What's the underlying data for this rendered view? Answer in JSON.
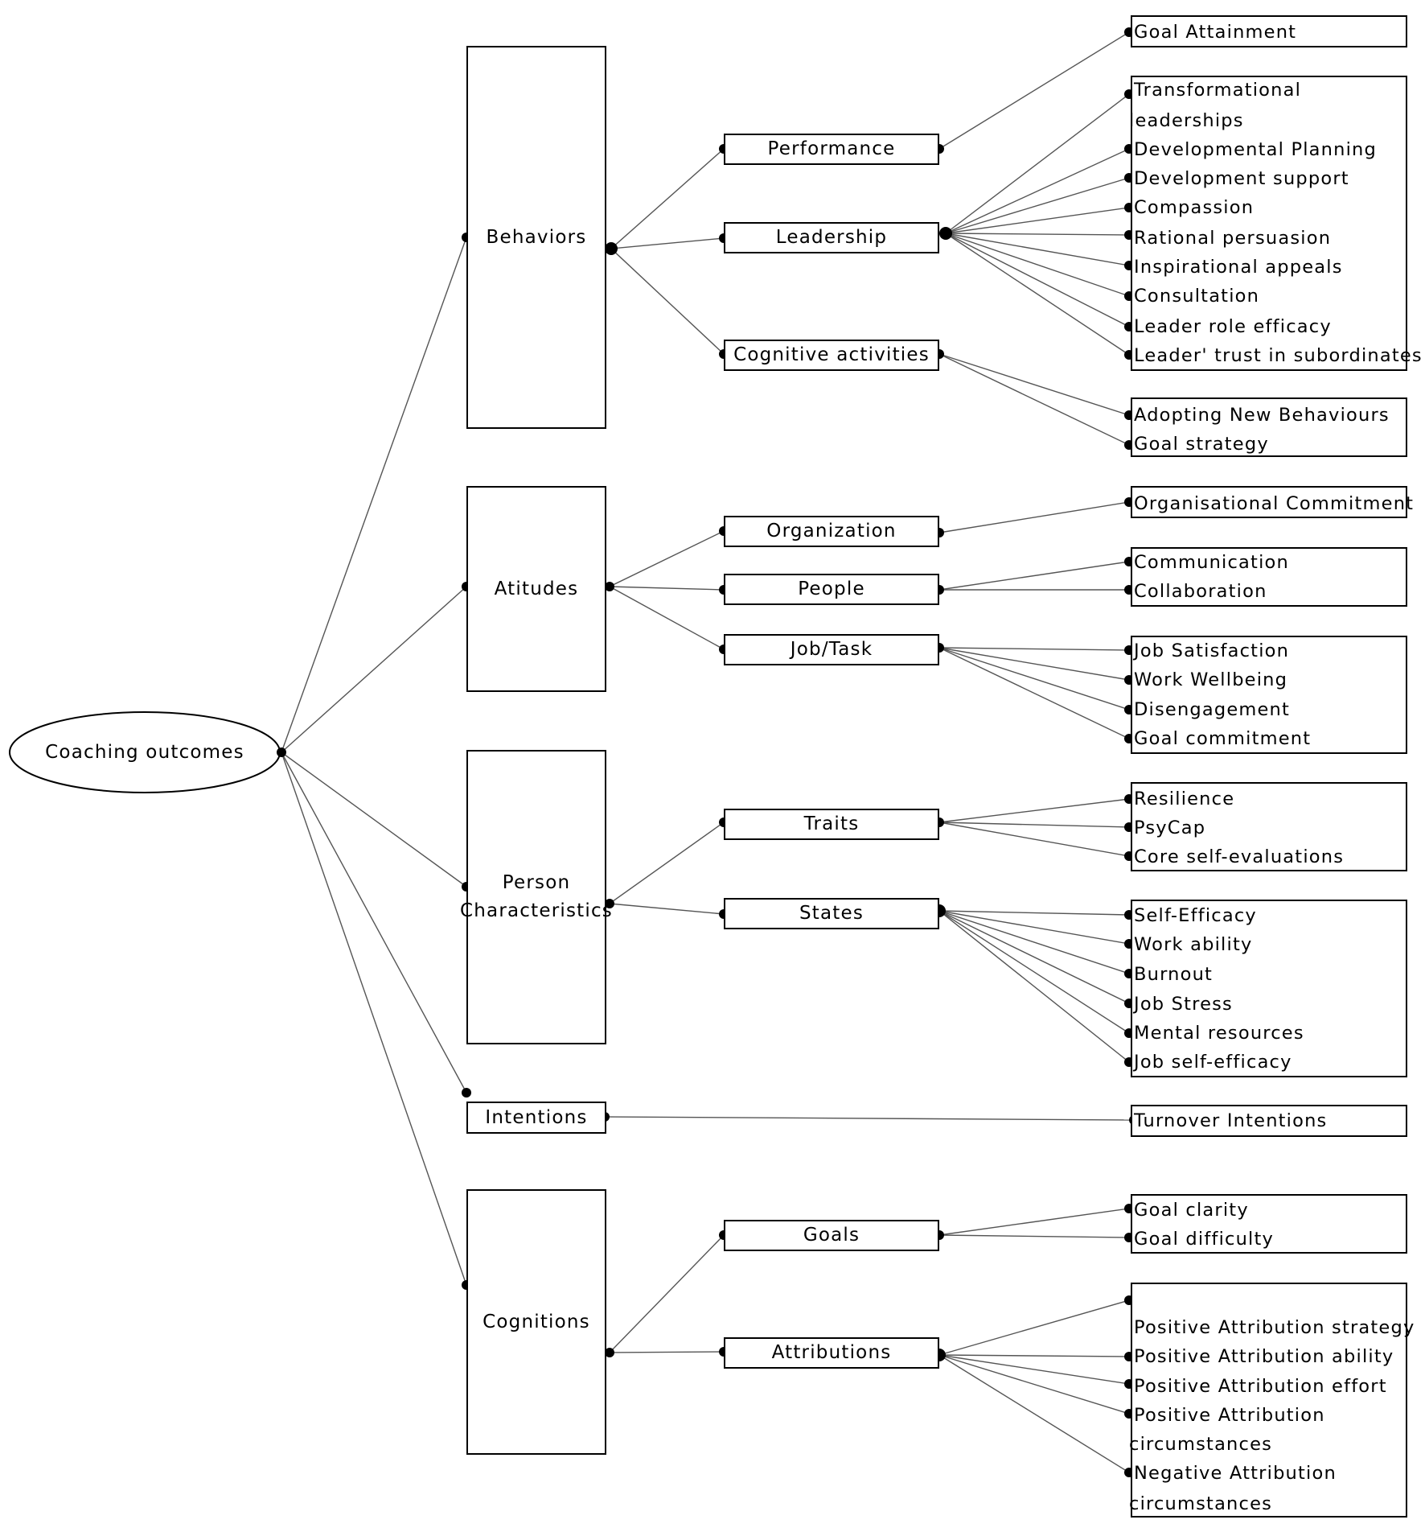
{
  "root": "Coaching outcomes",
  "groups": [
    {
      "label": "Behaviors"
    },
    {
      "label": "Atitudes"
    },
    {
      "label": "Person Characteristics",
      "lines": [
        "Person",
        "Characteristics"
      ]
    },
    {
      "label": "Intentions"
    },
    {
      "label": "Cognitions"
    }
  ],
  "subcategories": [
    {
      "label": "Performance",
      "group": "Behaviors"
    },
    {
      "label": "Leadership",
      "group": "Behaviors"
    },
    {
      "label": "Cognitive activities",
      "group": "Behaviors"
    },
    {
      "label": "Organization",
      "group": "Atitudes"
    },
    {
      "label": "People",
      "group": "Atitudes"
    },
    {
      "label": "Job/Task",
      "group": "Atitudes"
    },
    {
      "label": "Traits",
      "group": "Person Characteristics"
    },
    {
      "label": "States",
      "group": "Person Characteristics"
    },
    {
      "label": "Goals",
      "group": "Cognitions"
    },
    {
      "label": "Attributions",
      "group": "Cognitions"
    }
  ],
  "outcomes": [
    {
      "parent": "Performance",
      "items": [
        "Goal Attainment"
      ]
    },
    {
      "parent": "Leadership",
      "items": [
        "Transformational leaderships",
        "Developmental Planning",
        "Development support",
        "Compassion",
        "Rational persuasion",
        "Inspirational appeals",
        "Consultation",
        "Leader role efficacy",
        "Leader' trust in subordinates"
      ]
    },
    {
      "parent": "Cognitive activities",
      "items": [
        "Adopting New Behaviours",
        "Goal strategy"
      ]
    },
    {
      "parent": "Organization",
      "items": [
        "Organisational Commitment"
      ]
    },
    {
      "parent": "People",
      "items": [
        "Communication",
        "Collaboration"
      ]
    },
    {
      "parent": "Job/Task",
      "items": [
        "Job Satisfaction",
        "Work Wellbeing",
        "Disengagement",
        "Goal commitment"
      ]
    },
    {
      "parent": "Traits",
      "items": [
        "Resilience",
        "PsyCap",
        "Core self-evaluations"
      ]
    },
    {
      "parent": "States",
      "items": [
        "Self-Efficacy",
        "Work ability",
        "Burnout",
        "Job Stress",
        "Mental resources",
        "Job self-efficacy"
      ]
    },
    {
      "parent": "Intentions",
      "items": [
        "Turnover Intentions"
      ]
    },
    {
      "parent": "Goals",
      "items": [
        "Goal clarity",
        "Goal difficulty"
      ]
    },
    {
      "parent": "Attributions",
      "items": [
        "Positive Attribution strategy",
        "Positive Attribution ability",
        "Positive Attribution effort",
        "Positive Attribution circumstances",
        "Negative Attribution circumstances"
      ]
    }
  ]
}
